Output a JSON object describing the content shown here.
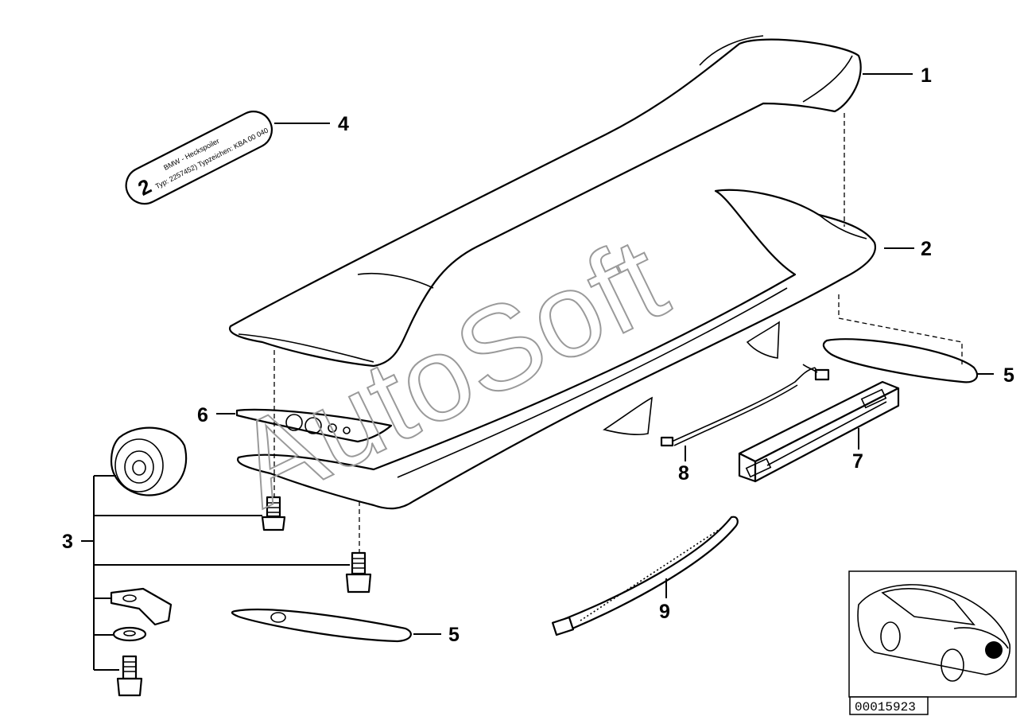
{
  "callouts": {
    "c1": "1",
    "c2": "2",
    "c3": "3",
    "c4": "4",
    "c5a": "5",
    "c5b": "5",
    "c6": "6",
    "c7": "7",
    "c8": "8",
    "c9": "9"
  },
  "label_plate": {
    "number": "2",
    "line1": "BMW - Heckspoiler",
    "line2": "Typ: 2257452) Typzeichen: KBA 00  040"
  },
  "watermark": "AutoSoft",
  "reference_code": "00015923"
}
